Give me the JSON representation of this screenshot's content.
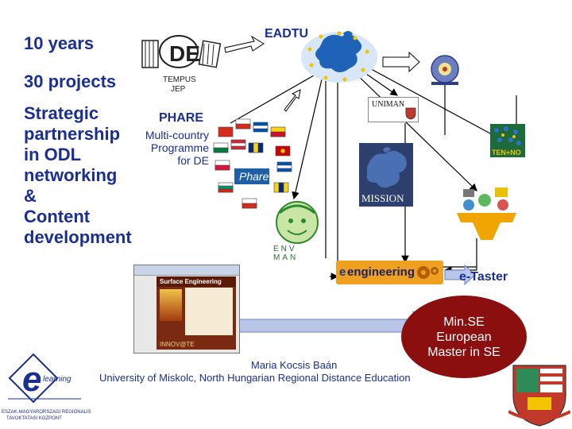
{
  "headings": {
    "years": "10 years",
    "projects": "30 projects",
    "strategic": [
      "Strategic",
      "partnership",
      "in ODL",
      "networking",
      "&",
      "Content",
      "development"
    ]
  },
  "eadtu": "EADTU",
  "tempus": {
    "line1": "TEMPUS",
    "line2": "JEP"
  },
  "phare": {
    "title": "PHARE",
    "lines": [
      "Multi-country",
      "Programme",
      "for DE"
    ],
    "logo": "Phare"
  },
  "uniman": "UNIMAN",
  "mission": "MISSION",
  "tenno": "TEN+NO",
  "envman": "ENV MAN",
  "eengineering": "engineering",
  "etaster": "e-Taster",
  "surface": {
    "title": "Surface Engineering",
    "footer": "INNOV@TE"
  },
  "minse": {
    "lines": [
      "Min.SE",
      "European",
      "Master in SE"
    ]
  },
  "footer": {
    "author": "Maria Kocsis Baán",
    "institution": "University of Miskolc, North Hungarian Regional Distance Education"
  },
  "elearning": {
    "word": "learning",
    "caption1": "ESZAK-MAGYARORSZAGI REGIONALIS",
    "caption2": "TAVOKTATASI KOZPONT"
  },
  "colors": {
    "accent": "#1a2f8f",
    "minse_fill": "#8b0f0f",
    "arrow": "#b9c6ea"
  }
}
